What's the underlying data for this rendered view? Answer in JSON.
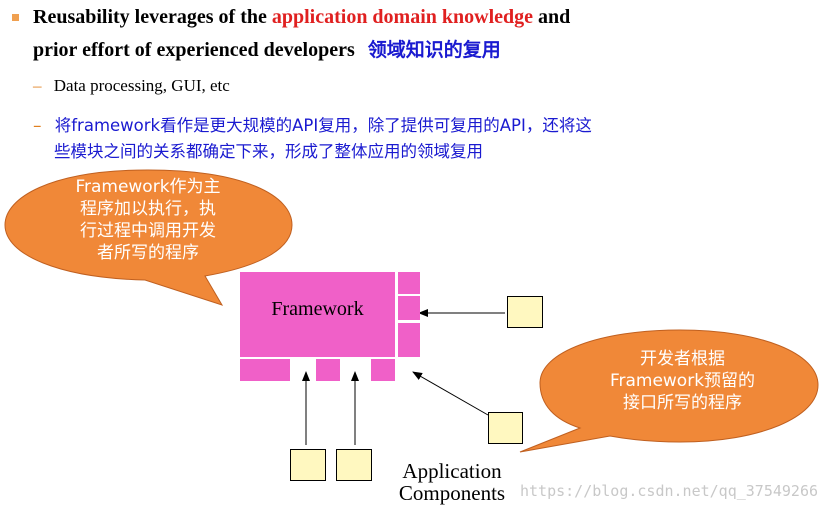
{
  "bullet": {
    "line1_prefix": "Reusability leverages of the ",
    "line1_highlight": "application domain knowledge",
    "line1_suffix": " and",
    "line2_text": "prior effort of experienced developers",
    "line2_chinese": "领域知识的复用"
  },
  "sub_items": [
    {
      "text": "Data processing, GUI, etc"
    },
    {
      "line1": "将framework看作是更大规模的API复用，除了提供可复用的API，还将这",
      "line2": "些模块之间的关系都确定下来，形成了整体应用的领域复用"
    }
  ],
  "dash": "–",
  "bubble_left": {
    "lines": [
      "Framework作为主",
      "程序加以执行，执",
      "行过程中调用开发",
      "者所写的程序"
    ]
  },
  "bubble_right": {
    "lines": [
      "开发者根据",
      "Framework预留的",
      "接口所写的程序"
    ]
  },
  "framework_label": "Framework",
  "components_label": {
    "line1": "Application",
    "line2": "Components"
  },
  "watermark": "https://blog.csdn.net/qq_37549266",
  "colors": {
    "accent_red": "#e02020",
    "chinese_blue": "#1a1ad0",
    "framework_pink": "#f060c8",
    "bubble_orange": "#f08838",
    "component_yellow": "#fff8c0"
  }
}
